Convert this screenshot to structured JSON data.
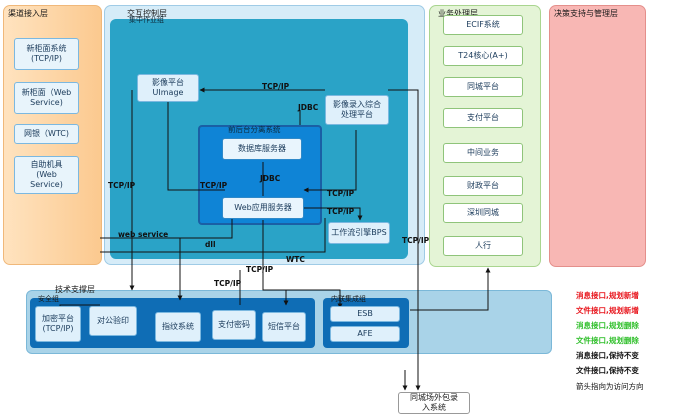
{
  "layers": {
    "channel": {
      "title": "渠道接入层",
      "items": [
        "新柜面系统\n(TCP/IP)",
        "新柜面（Web\nService)",
        "网银（WTC)",
        "自助机具\n(Web\nService)"
      ]
    },
    "interaction": {
      "title": "交互控制层",
      "subtitle": "集中作业组"
    },
    "business": {
      "title": "业务处理层",
      "items": [
        "ECIF系统",
        "T24核心(A+)",
        "同城平台",
        "支付平台",
        "中间业务",
        "财政平台",
        "深圳同城",
        "人行"
      ]
    },
    "decision": {
      "title": "决策支持与管理层"
    }
  },
  "interaction_nodes": {
    "image_platform": "影像平台\nUImage",
    "image_entry": "影像录入综合\n处理平台",
    "separation_system": "前后台分离系统",
    "db_server": "数据库服务器",
    "web_app_server": "Web应用服务器",
    "workflow_engine": "工作流引擎BPS"
  },
  "support": {
    "title": "技术支撑层",
    "security_group": "安全组",
    "security_items": [
      "加密平台\n(TCP/IP)",
      "对公验印",
      "指纹系统",
      "支付密码",
      "短信平台"
    ],
    "integration_group": "内联集成组",
    "integration_items": [
      "ESB",
      "AFE"
    ]
  },
  "external": "同城场外包录\n入系统",
  "edge_labels": {
    "tcp1": "TCP/IP",
    "jdbc1": "JDBC",
    "tcp_left": "TCP/IP",
    "tcp2": "TCP/IP",
    "jdbc2": "JDBC",
    "tcp3": "TCP/IP",
    "tcp4": "TCP/IP",
    "tcp_right": "TCP/IP",
    "web_service": "web service",
    "dll": "dll",
    "wtc": "WTC",
    "tcp5": "TCP/IP",
    "tcp6": "TCP/IP"
  },
  "legend": {
    "items": [
      {
        "text": "消息接口,规划新增",
        "color": "#e8141b"
      },
      {
        "text": "文件接口,规划新增",
        "color": "#e8141b"
      },
      {
        "text": "消息接口,规划删除",
        "color": "#2fbf2a"
      },
      {
        "text": "文件接口,规划删除",
        "color": "#2fbf2a"
      },
      {
        "text": "消息接口,保持不变",
        "color": "#111111"
      },
      {
        "text": "文件接口,保持不变",
        "color": "#111111"
      }
    ],
    "note": "箭头指向为访问方向"
  }
}
